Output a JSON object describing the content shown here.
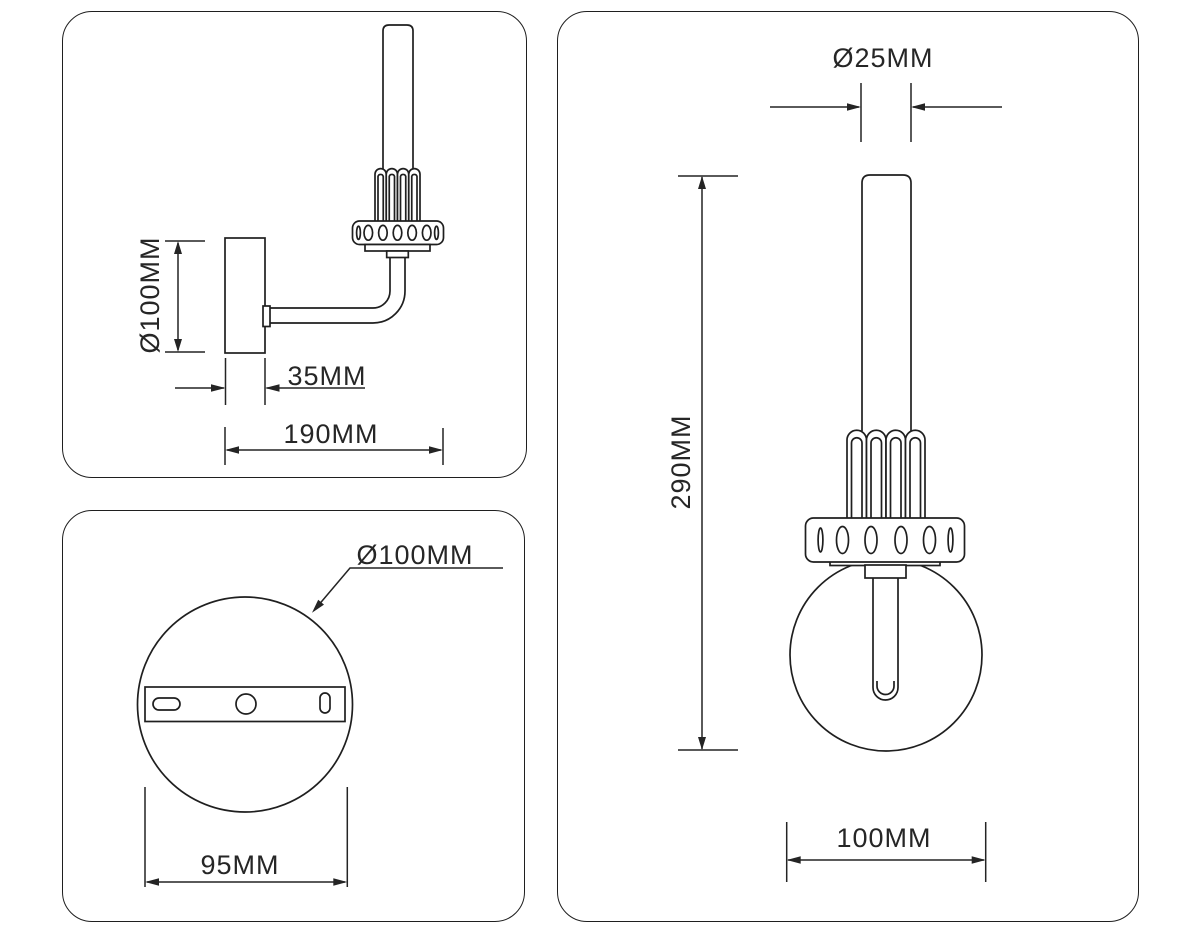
{
  "drawing": {
    "background": "#ffffff",
    "line_color": "#1f1f1f",
    "views": {
      "side": {
        "name": "side-view",
        "dims": {
          "backplate_diameter": "Ø100MM",
          "backplate_depth": "35MM",
          "projection_length": "190MM"
        }
      },
      "backplate": {
        "name": "backplate-view",
        "dims": {
          "diameter": "Ø100MM",
          "mounting_width": "95MM"
        }
      },
      "front": {
        "name": "front-view",
        "dims": {
          "stem_diameter": "Ø25MM",
          "total_height": "290MM",
          "shade_diameter": "100MM"
        }
      }
    }
  }
}
